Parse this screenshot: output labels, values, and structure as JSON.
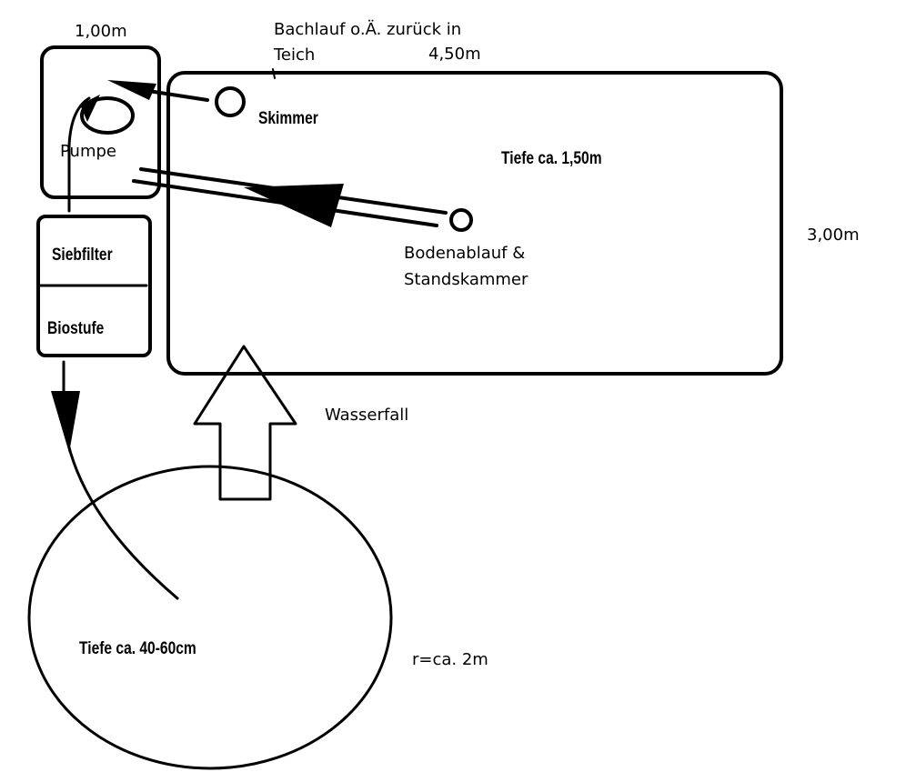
{
  "diagram": {
    "labels": {
      "filter_width": "1,00m",
      "stream_return": "Bachlauf o.Ä. zurück in",
      "stream_return_2": "Teich",
      "pond_length": "4,50m",
      "skimmer": "Skimmer",
      "pump": "Pumpe",
      "pond_depth": "Tiefe ca. 1,50m",
      "pond_width": "3,00m",
      "bottom_drain": "Bodenablauf &",
      "bottom_drain_2": "Standskammer",
      "sieve_filter": "Siebfilter",
      "bio_stage": "Biostufe",
      "waterfall": "Wasserfall",
      "small_pond_depth": "Tiefe ca. 40-60cm",
      "small_pond_radius": "r=ca. 2m"
    },
    "colors": {
      "line": "#000000",
      "background": "#ffffff"
    }
  }
}
